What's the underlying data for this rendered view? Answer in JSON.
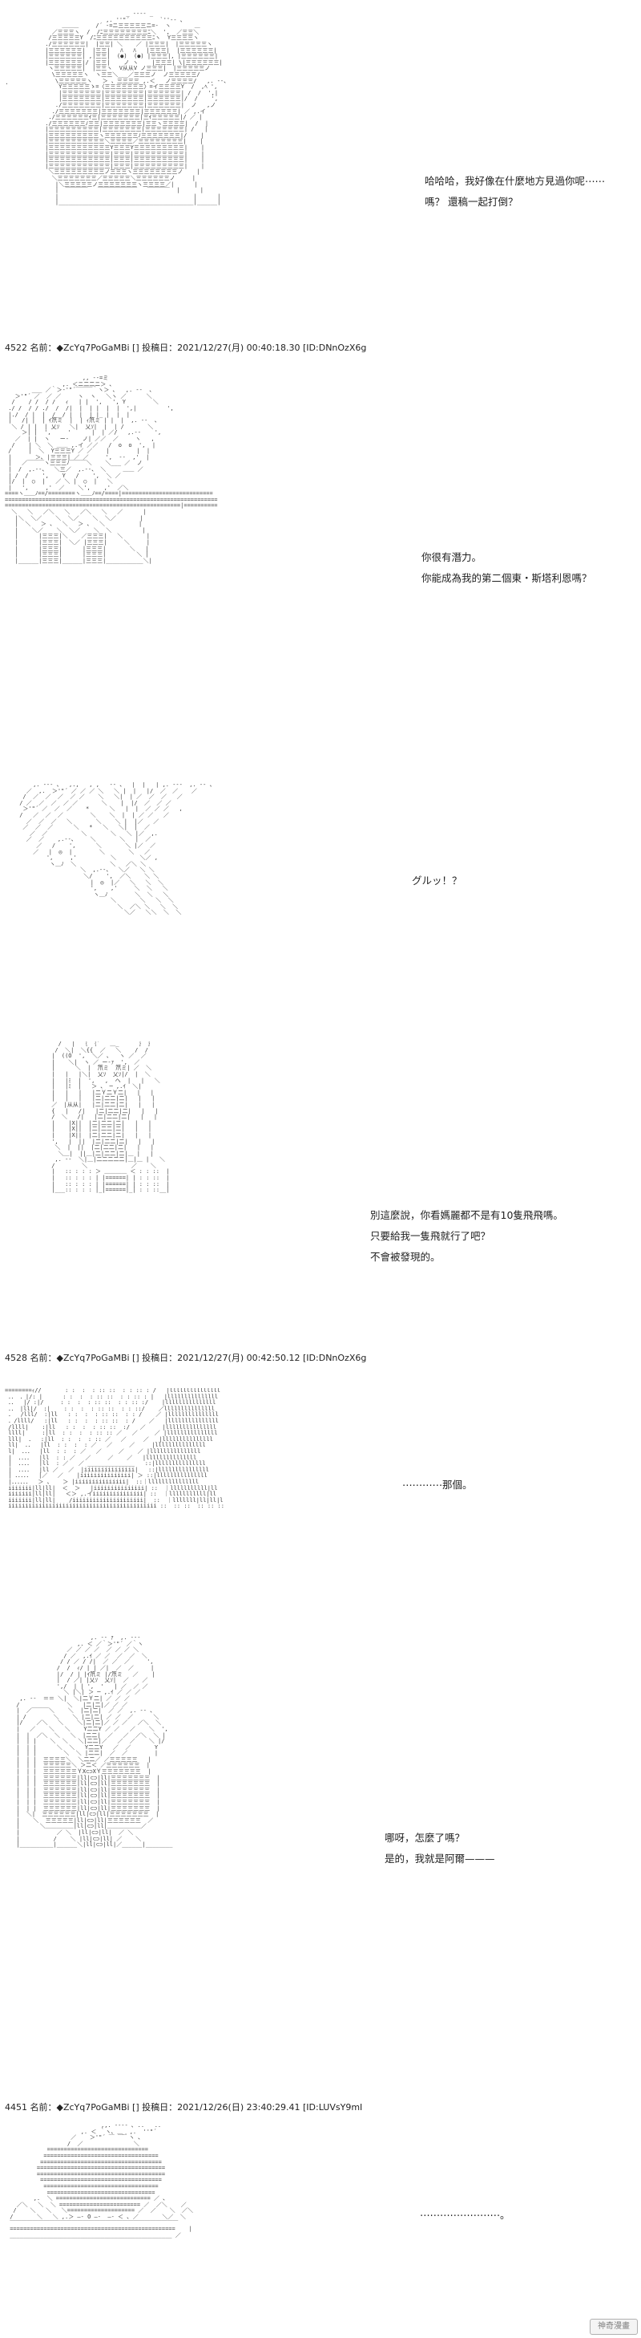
{
  "posts": [
    {
      "header": "4522 名前：◆ZcYq7PoGaMBi [] 投稿日：2021/12/27(月) 00:40:18.30 [ID:DNnOzX6g"
    },
    {
      "header": "4528 名前：◆ZcYq7PoGaMBi [] 投稿日：2021/12/27(月) 00:42:50.12 [ID:DNnOzX6g"
    },
    {
      "header": "4451 名前：◆ZcYq7PoGaMBi [] 投稿日：2021/12/26(日) 23:40:29.41 [ID:LUVsY9mI"
    }
  ],
  "panels": [
    {
      "lines": [
        "哈哈哈，我好像在什麼地方見過你呢⋯⋯",
        "嗎？ 還稿一起打倒？"
      ]
    },
    {
      "lines": [
        "你很有潛力。",
        "你能成為我的第二個東・斯塔利恩嗎？"
      ]
    },
    {
      "lines": [
        "グルッ！？"
      ]
    },
    {
      "lines": [
        "別這麼說，你看媽麗都不是有10隻飛飛嗎。",
        "只要給我一隻飛就行了吧？",
        "不會被發現的。"
      ]
    },
    {
      "lines": [
        "⋯⋯⋯⋯那個。"
      ]
    },
    {
      "lines": [
        "哪呀，怎麼了嗎？",
        "是的，我就是阿爾———"
      ]
    },
    {
      "lines": [
        "⋯⋯⋯⋯⋯⋯⋯⋯。"
      ]
    }
  ],
  "watermark": "神奇漫畫"
}
